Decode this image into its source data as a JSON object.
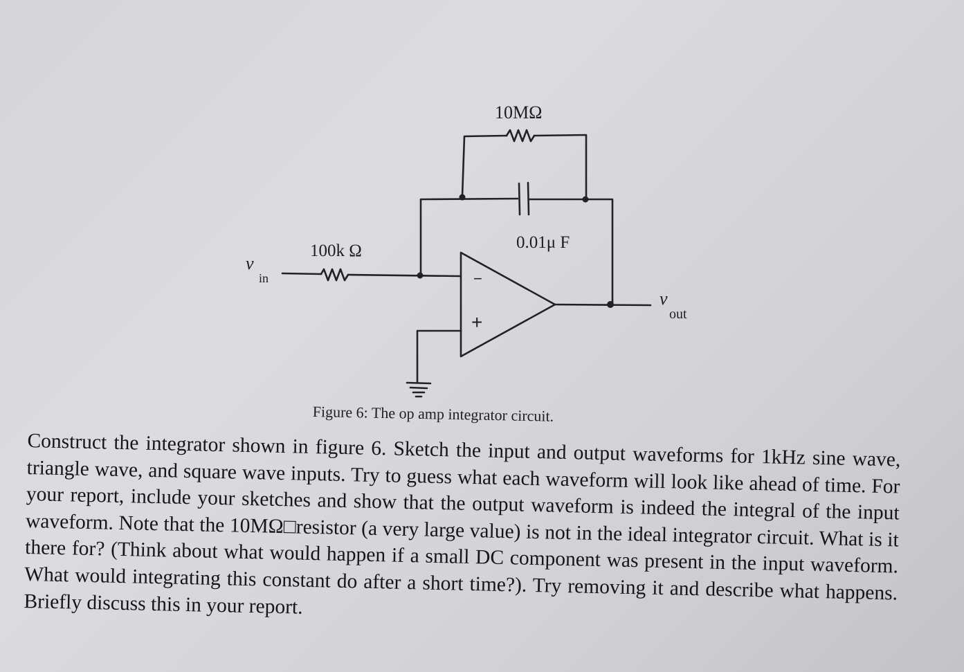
{
  "circuit": {
    "feedback_resistor_label": "10MΩ",
    "capacitor_label": "0.01μ F",
    "input_resistor_label": "100k Ω",
    "vin_symbol": "v",
    "vin_subscript": "in",
    "vout_symbol": "v",
    "vout_subscript": "out",
    "opamp_inverting_sign": "−",
    "opamp_noninverting_sign": "+"
  },
  "caption": "Figure 6:  The op amp integrator circuit.",
  "body_text": "Construct the integrator shown in figure 6. Sketch the input and output waveforms for 1kHz sine wave, triangle wave, and square wave inputs.  Try to guess what each waveform will look like ahead of time. For your report, include your sketches and show that the output waveform is indeed the integral of the input waveform.  Note that the 10MΩ□resistor (a very large value) is not in the ideal integrator circuit. What is it there for? (Think about what would happen if a small DC component was present in the input waveform.  What would integrating this constant do after a short time?). Try removing it and describe what happens. Briefly discuss this in your report."
}
